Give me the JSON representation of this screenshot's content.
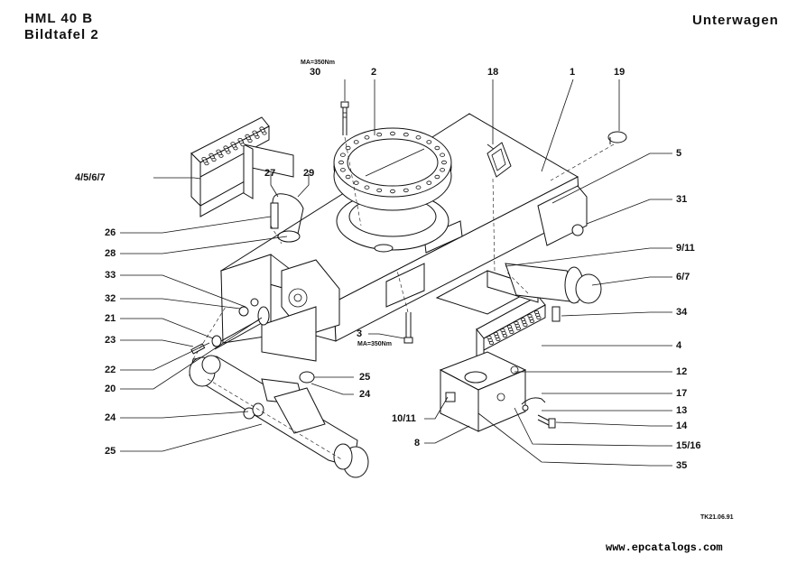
{
  "header": {
    "model": "HML 40 B",
    "plate": "Bildtafel 2",
    "section": "Unterwagen"
  },
  "torque_notes": {
    "top": "MA=350Nm",
    "bottom": "MA=350Nm"
  },
  "callouts": {
    "c1": "1",
    "c2": "2",
    "c3": "3",
    "c4": "4",
    "c4567": "4/5/6/7",
    "c5": "5",
    "c67": "6/7",
    "c8": "8",
    "c911": "9/11",
    "c1011": "10/11",
    "c12": "12",
    "c13": "13",
    "c14": "14",
    "c1516": "15/16",
    "c17": "17",
    "c18": "18",
    "c19": "19",
    "c20": "20",
    "c21": "21",
    "c22": "22",
    "c23": "23",
    "c24a": "24",
    "c24b": "24",
    "c25a": "25",
    "c25b": "25",
    "c26": "26",
    "c27": "27",
    "c28": "28",
    "c29": "29",
    "c30": "30",
    "c31": "31",
    "c32": "32",
    "c33": "33",
    "c34": "34",
    "c35": "35"
  },
  "drawing_ref": "TK21.06.91",
  "watermark": "www.epcatalogs.com"
}
